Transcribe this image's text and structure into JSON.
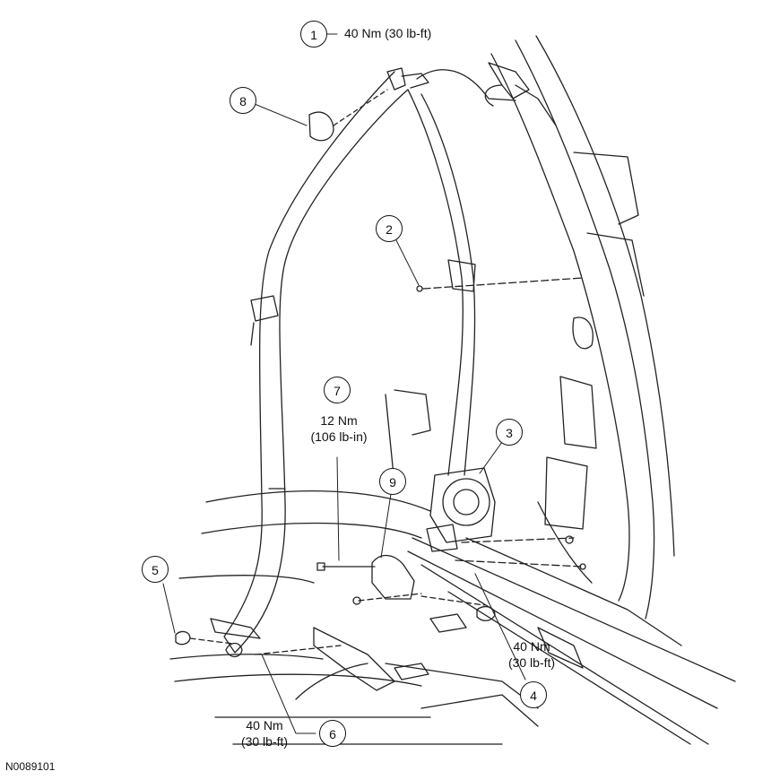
{
  "figure_id": "N0089101",
  "callouts": [
    {
      "num": "1"
    },
    {
      "num": "2"
    },
    {
      "num": "3"
    },
    {
      "num": "4"
    },
    {
      "num": "5"
    },
    {
      "num": "6"
    },
    {
      "num": "7"
    },
    {
      "num": "8"
    },
    {
      "num": "9"
    }
  ],
  "torque": {
    "item1": "40 Nm (30 lb-ft)",
    "item7_nm": "12 Nm",
    "item7_lb": "(106 lb-in)",
    "item4_nm": "40 Nm",
    "item4_lb": "(30 lb-ft)",
    "item6_nm": "40 Nm",
    "item6_lb": "(30 lb-ft)"
  }
}
